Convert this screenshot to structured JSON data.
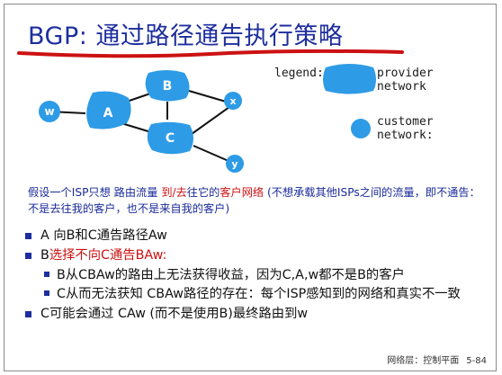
{
  "slide": {
    "title": "BGP: 通过路径通告执行策略",
    "colors": {
      "title": "#1d2e9e",
      "underline": "#cc1111",
      "cloud": "#2e9be6",
      "network_fill": "#2e9be6",
      "emphasis": "#cc1111",
      "bullet": "#1d2e9e"
    }
  },
  "diagram": {
    "nodes": {
      "w": "w",
      "a": "A",
      "b": "B",
      "c": "C",
      "x": "x",
      "y": "y"
    }
  },
  "legend": {
    "label": "legend:",
    "provider": [
      "provider",
      "network"
    ],
    "customer": [
      "customer",
      "network:"
    ]
  },
  "assumption": {
    "p1": "假设一个ISP只想 路由流量 ",
    "p2": "到/去",
    "p3": "往它的",
    "p4": "客户网络",
    "p5": " (不想承载其他ISPs之间的流量，即不通告：不是去往我的客户，也不是来自我的客户)"
  },
  "bullets": {
    "b1": "A 向B和C通告路径Aw",
    "b2_p1": "B",
    "b2_p2": "选择不向C通告BAw:",
    "b2_sub1": "B从CBAw的路由上无法获得收益，因为C,A,w都不是B的客户",
    "b2_sub2": "C从而无法获知 CBAw路径的存在：每个ISP感知到的网络和真实不一致",
    "b3": "C可能会通过 CAw (而不是使用B)最终路由到w"
  },
  "footer": {
    "section": "网络层：控制平面",
    "page": "5-84"
  }
}
